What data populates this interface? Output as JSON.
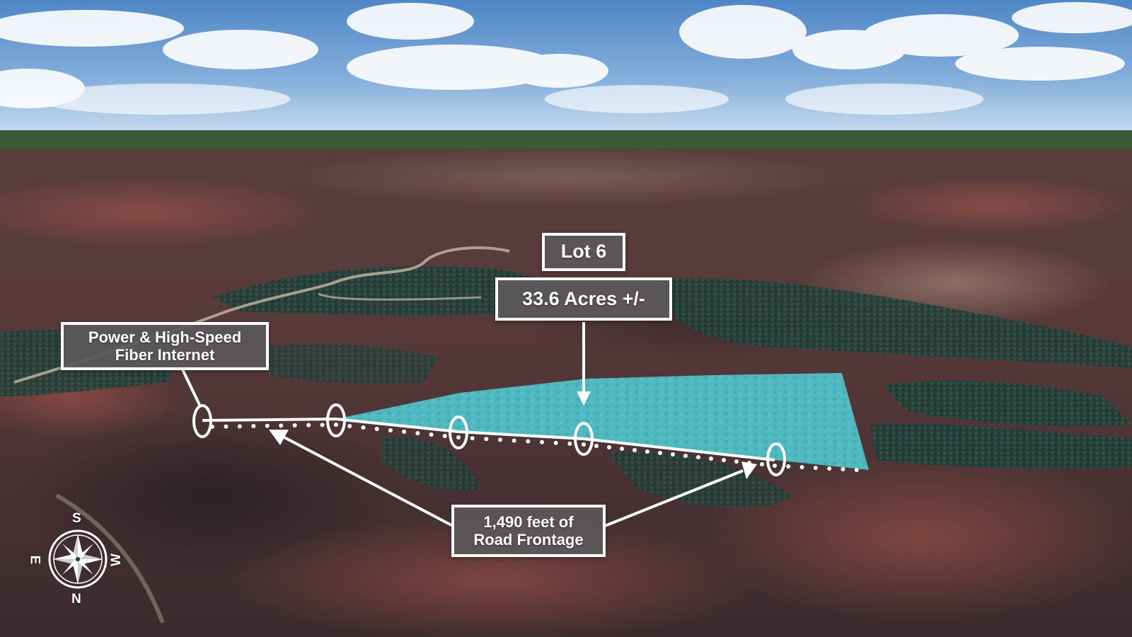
{
  "scene": {
    "type": "aerial-land-listing-map"
  },
  "labels": {
    "lot": "Lot 6",
    "acres": "33.6 Acres +/-",
    "utilities_line1": "Power & High-Speed",
    "utilities_line2": "Fiber Internet",
    "frontage_line1": "1,490 feet of",
    "frontage_line2": "Road Frontage"
  },
  "compass": {
    "north": "N",
    "south": "S",
    "east": "E",
    "west": "W"
  },
  "colors": {
    "parcel_fill": "#4fd6dd",
    "label_background": "#5c585a",
    "label_border": "#ffffff",
    "sky": "#6f9fd2",
    "terrain": "#4a3036"
  }
}
